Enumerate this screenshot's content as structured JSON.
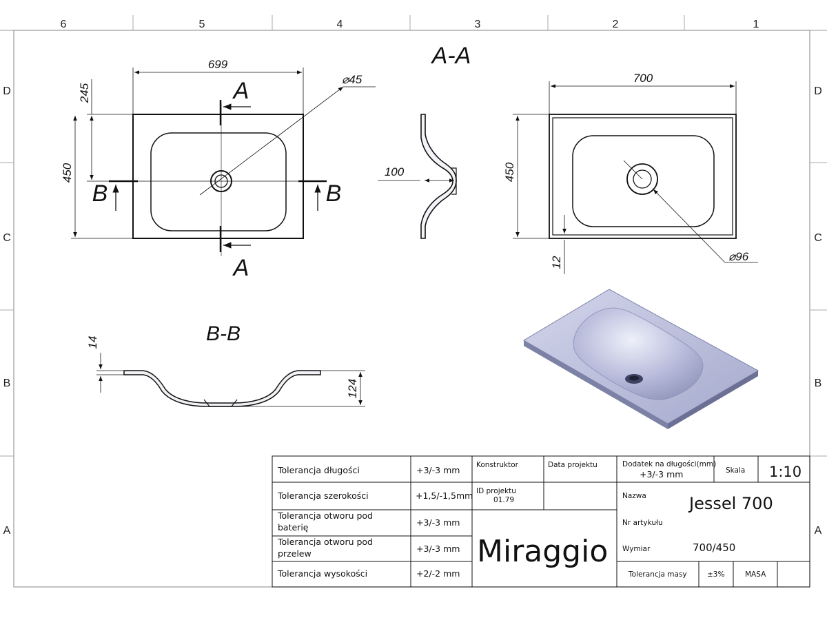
{
  "zones": {
    "columns": [
      "6",
      "5",
      "4",
      "3",
      "2",
      "1"
    ],
    "rows": [
      "D",
      "C",
      "B",
      "A"
    ]
  },
  "views": {
    "section_aa_title": "A-A",
    "section_bb_title": "B-B",
    "cut_a_top": "A",
    "cut_a_bottom": "A",
    "cut_b_left": "B",
    "cut_b_right": "B"
  },
  "dimensions": {
    "top_width": "699",
    "top_offset": "245",
    "top_height": "450",
    "drain_diameter": "⌀45",
    "section_depth": "100",
    "bottom_width": "700",
    "bottom_height": "450",
    "bottom_edge": "12",
    "overflow_diameter": "⌀96",
    "bb_thickness": "14",
    "bb_height": "124"
  },
  "title_block": {
    "rows": [
      {
        "label": "Tolerancja długości",
        "value": "+3/-3 mm"
      },
      {
        "label": "Tolerancja szerokości",
        "value": "+1,5/-1,5mm"
      },
      {
        "label_line1": "Tolerancja otworu pod",
        "label_line2": "baterię",
        "value": "+3/-3 mm"
      },
      {
        "label_line1": "Tolerancja otworu pod",
        "label_line2": "przelew",
        "value": "+3/-3 mm"
      },
      {
        "label": "Tolerancja wysokości",
        "value": "+2/-2 mm"
      }
    ],
    "konstruktor_label": "Konstruktor",
    "data_projektu_label": "Data projektu",
    "id_projektu_label": "ID projektu",
    "id_projektu_value": "01.79",
    "brand": "Miraggio",
    "dodatek_label": "Dodatek na długości(mm)",
    "dodatek_value": "+3/-3 mm",
    "skala_label": "Skala",
    "skala_value": "1:10",
    "nazwa_label": "Nazwa",
    "nazwa_value": "Jessel 700",
    "nr_artykulu_label": "Nr artykułu",
    "wymiar_label": "Wymiar",
    "wymiar_value": "700/450",
    "tolerancja_masy_label": "Tolerancja masy",
    "tolerancja_masy_value": "±3%",
    "masa_label": "MASA"
  },
  "colors": {
    "line": "#111111",
    "frame": "#999999",
    "render_light": "#c9cde6",
    "render_mid": "#9ea3c8",
    "render_dark": "#6c7196"
  }
}
